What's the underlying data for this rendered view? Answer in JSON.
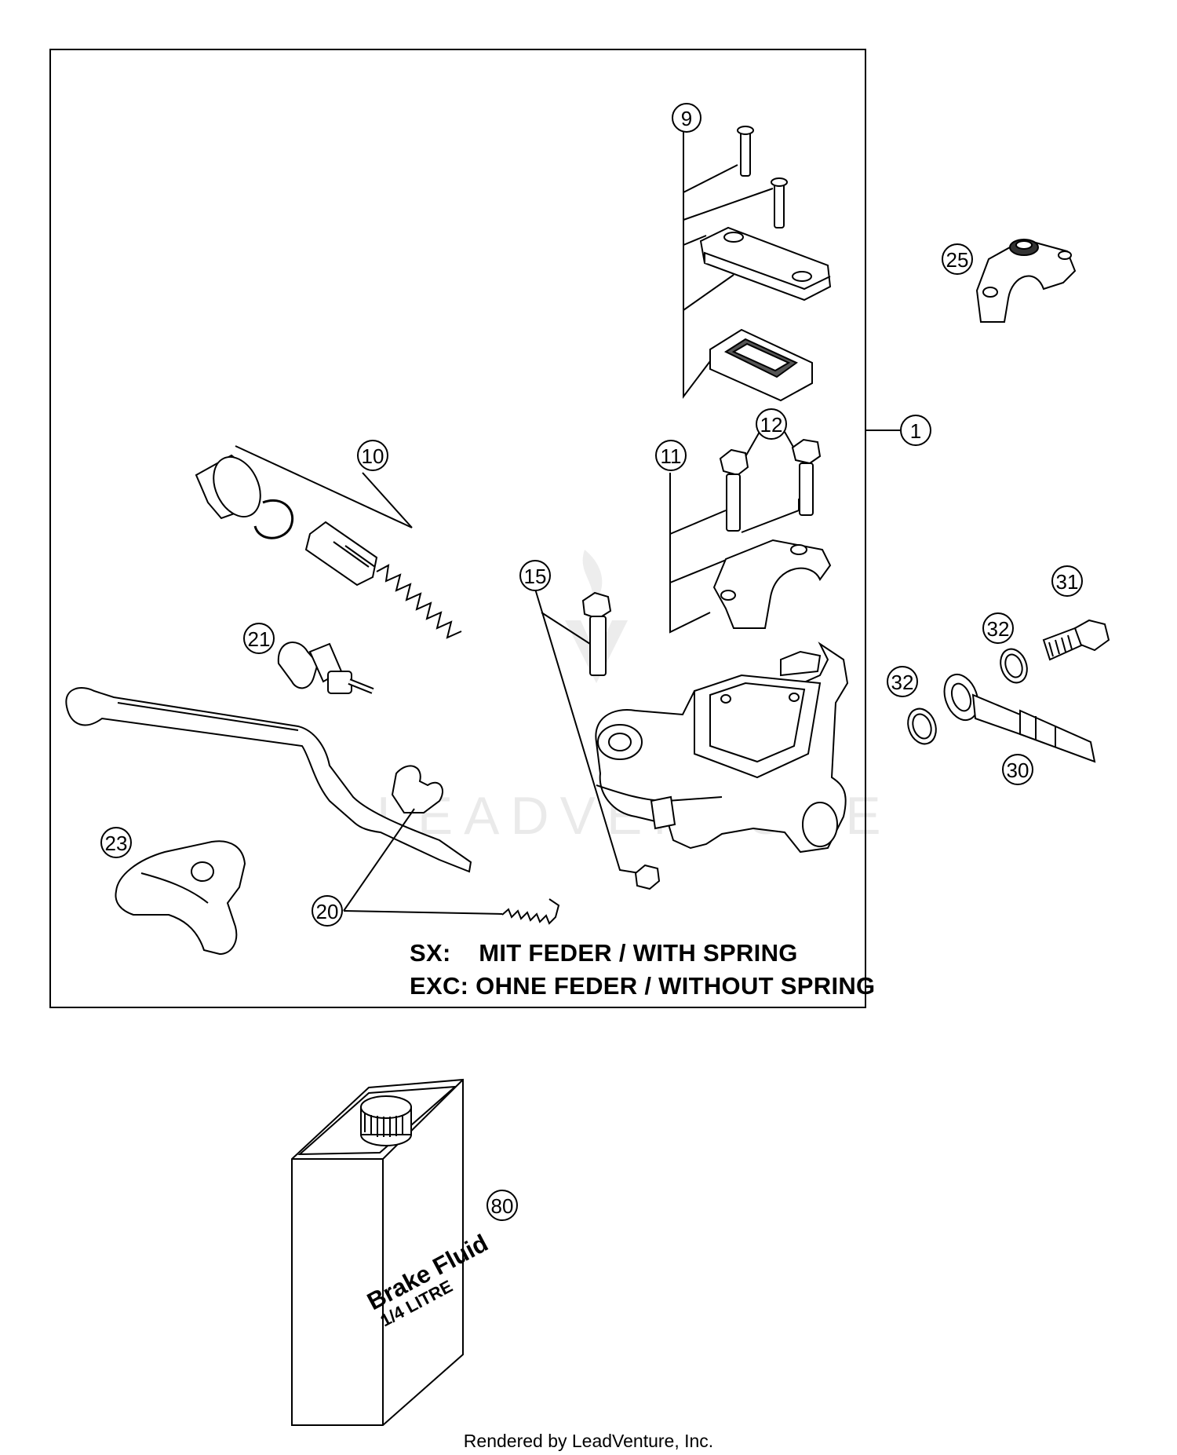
{
  "callouts": {
    "c1": "1",
    "c9": "9",
    "c10": "10",
    "c11": "11",
    "c12": "12",
    "c15": "15",
    "c20": "20",
    "c21": "21",
    "c23": "23",
    "c25": "25",
    "c30": "30",
    "c31": "31",
    "c32a": "32",
    "c32b": "32",
    "c80": "80"
  },
  "notes": {
    "line1": "SX:    MIT FEDER / WITH SPRING",
    "line2": "EXC: OHNE FEDER / WITHOUT SPRING"
  },
  "brake_fluid": {
    "line1": "Brake Fluid",
    "line2": "1/4 LITRE"
  },
  "watermark": "LEADVENTURE",
  "credit": "Rendered by LeadVenture, Inc."
}
